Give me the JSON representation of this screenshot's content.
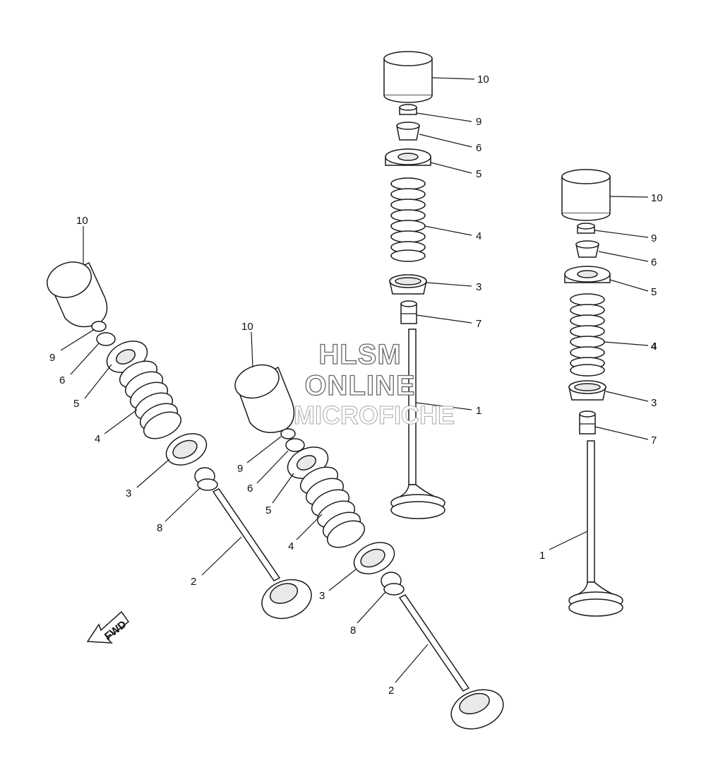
{
  "watermark": {
    "line1": "HLSM",
    "line2": "ONLINE",
    "line3": "MICROFICHE"
  },
  "fwd_label": "FWD",
  "assemblies": [
    {
      "id": "left",
      "callouts": [
        "10",
        "9",
        "6",
        "5",
        "4",
        "3",
        "8",
        "2"
      ]
    },
    {
      "id": "center-left",
      "callouts": [
        "10",
        "9",
        "6",
        "5",
        "4",
        "3",
        "8",
        "2"
      ]
    },
    {
      "id": "center-right",
      "callouts": [
        "10",
        "9",
        "6",
        "5",
        "4",
        "3",
        "7",
        "1"
      ]
    },
    {
      "id": "right",
      "callouts": [
        "10",
        "9",
        "6",
        "5",
        "4",
        "3",
        "7",
        "1"
      ]
    }
  ]
}
